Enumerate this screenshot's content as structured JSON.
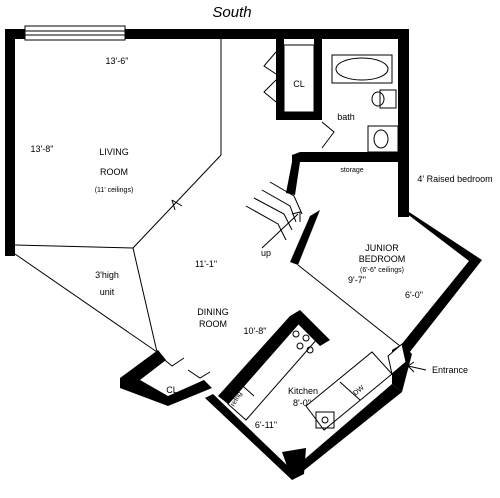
{
  "compass": "South",
  "rooms": {
    "living_width": "13'-6\"",
    "living_height": "13'-8\"",
    "living_name": "LIVING",
    "living_room": "ROOM",
    "living_ceiling": "(11' ceilings)",
    "closet_top": "CL",
    "bath": "bath",
    "storage": "storage",
    "raised_bedroom": "4' Raised bedroom",
    "up": "up",
    "center_dim": "11'-1\"",
    "unit_line1": "3'high",
    "unit_line2": "unit",
    "junior_line1": "JUNIOR",
    "junior_line2": "BEDROOM",
    "junior_ceiling": "(6'-6\" ceilings)",
    "junior_dim1": "9'-7\"",
    "junior_dim2": "6'-0\"",
    "dining_line1": "DINING",
    "dining_line2": "ROOM",
    "dining_dim": "10'-8\"",
    "closet_bottom": "CL",
    "refrig": "refrig",
    "kitchen": "Kitchen",
    "kitchen_dim1": "8'-0\"",
    "kitchen_dim2": "6'-11\"",
    "dw": "DW",
    "entrance": "Entrance"
  }
}
